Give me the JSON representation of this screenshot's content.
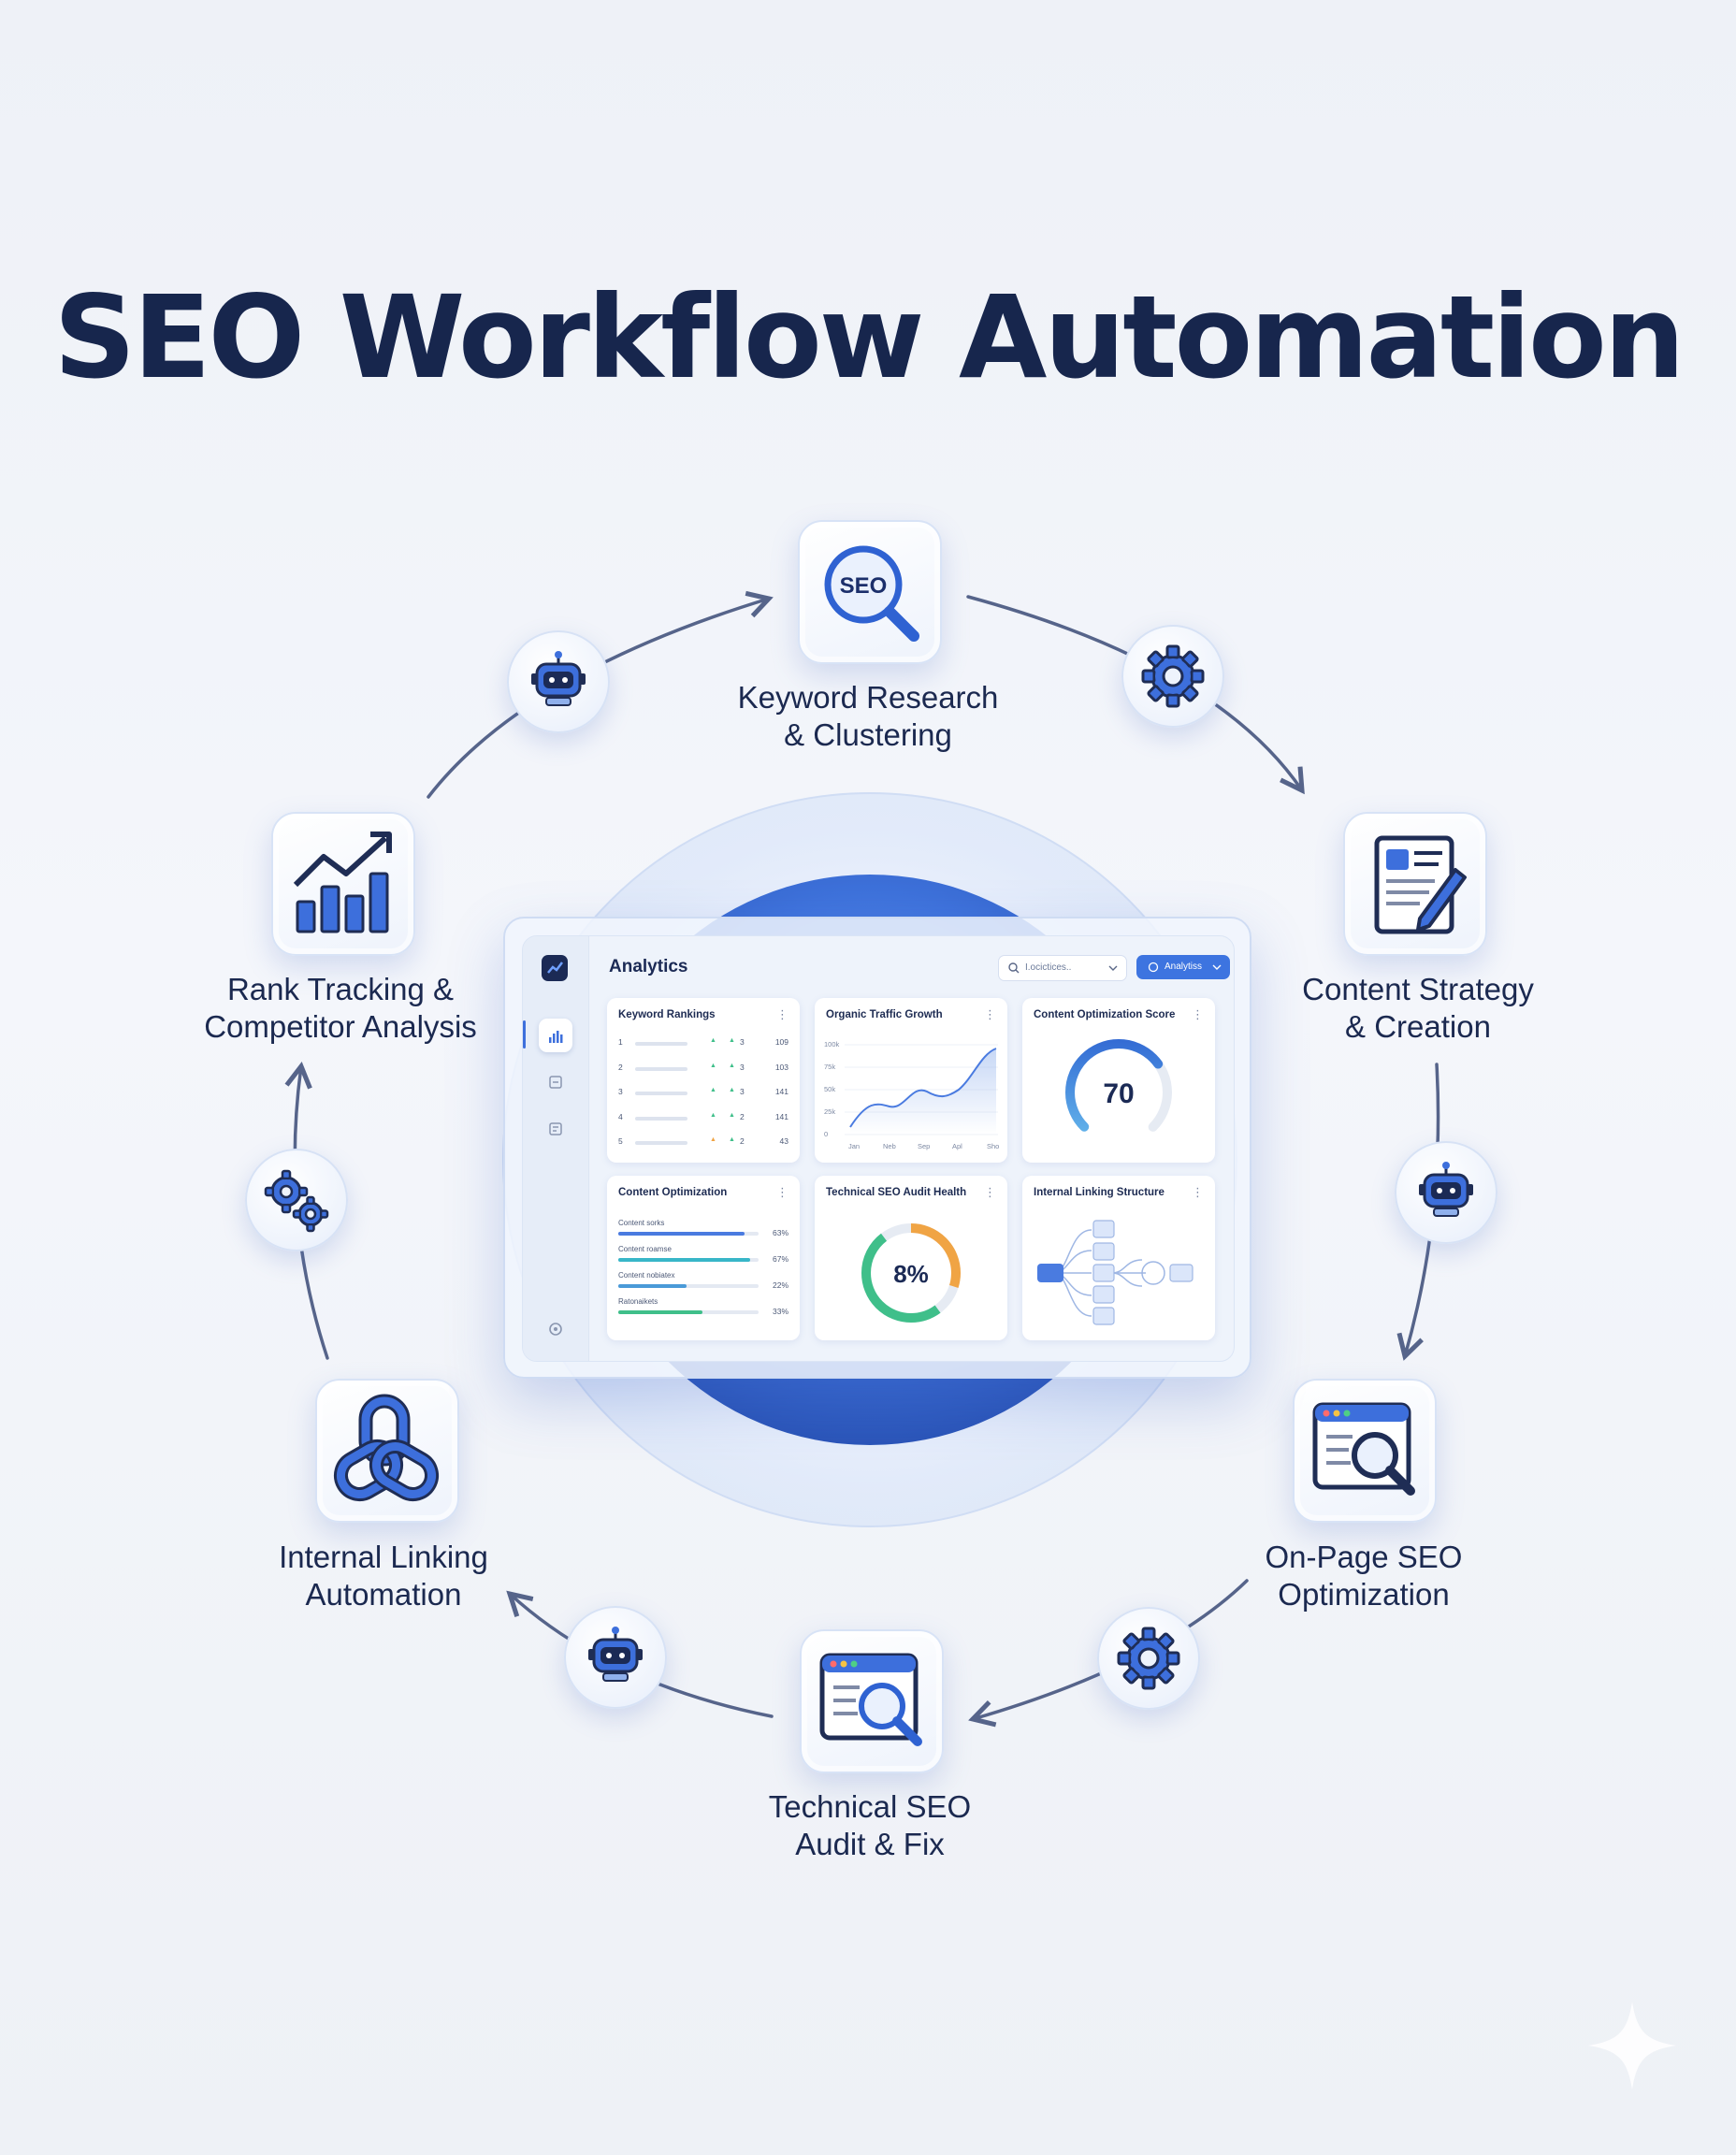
{
  "title": "SEO Workflow Automation",
  "steps": [
    {
      "icon": "seo-magnifier-icon",
      "line1": "Keyword Research",
      "line2": "& Clustering"
    },
    {
      "icon": "document-pencil-icon",
      "line1": "Content Strategy",
      "line2": "& Creation"
    },
    {
      "icon": "browser-magnifier-icon",
      "line1": "On-Page SEO",
      "line2": "Optimization"
    },
    {
      "icon": "browser-magnifier-icon",
      "line1": "Technical SEO",
      "line2": "Audit & Fix"
    },
    {
      "icon": "chain-link-icon",
      "line1": "Internal Linking",
      "line2": "Automation"
    },
    {
      "icon": "rising-bar-chart-icon",
      "line1": "Rank Tracking &",
      "line2": "Competitor Analysis"
    }
  ],
  "connectors": [
    "robot-icon",
    "gear-icon",
    "robot-icon",
    "gear-icon",
    "robot-icon",
    "gears-icon"
  ],
  "tile_seo_text": "SEO",
  "colors": {
    "title": "#17264d",
    "accent": "#3d6fdc",
    "arrow": "#56648a",
    "orb": "#3f73dc"
  },
  "dashboard": {
    "title": "Analytics",
    "search_placeholder": "I.ocictices..",
    "button_label": "Analytiss",
    "keyword_rankings": {
      "title": "Keyword Rankings",
      "rows": [
        {
          "rank": "1",
          "trend": "▲",
          "change": "3",
          "value": "109"
        },
        {
          "rank": "2",
          "trend": "▲",
          "change": "3",
          "value": "103"
        },
        {
          "rank": "3",
          "trend": "▲",
          "change": "3",
          "value": "141"
        },
        {
          "rank": "4",
          "trend": "▲",
          "change": "2",
          "value": "141"
        },
        {
          "rank": "5",
          "trend": "▲",
          "change": "2",
          "value": "43"
        }
      ]
    },
    "traffic": {
      "title": "Organic Traffic Growth",
      "y_ticks": [
        "100k",
        "75k",
        "50k",
        "25k",
        "0"
      ],
      "x_ticks": [
        "Jan",
        "Neb",
        "Sep",
        "Apl",
        "Sho"
      ]
    },
    "score": {
      "title": "Content Optimization Score",
      "value": "70",
      "fraction": 0.7
    },
    "content_opt": {
      "title": "Content Optimization",
      "rows": [
        {
          "label": "Content sorks",
          "pct": "63%",
          "fraction": 0.63
        },
        {
          "label": "Content roamse",
          "pct": "67%",
          "fraction": 0.67
        },
        {
          "label": "Content nobiatex",
          "pct": "22%",
          "fraction": 0.22
        },
        {
          "label": "Ratonaikets",
          "pct": "33%",
          "fraction": 0.33
        }
      ]
    },
    "audit": {
      "title": "Technical SEO Audit Health",
      "value": "8%"
    },
    "linking": {
      "title": "Internal Linking Structure"
    }
  }
}
